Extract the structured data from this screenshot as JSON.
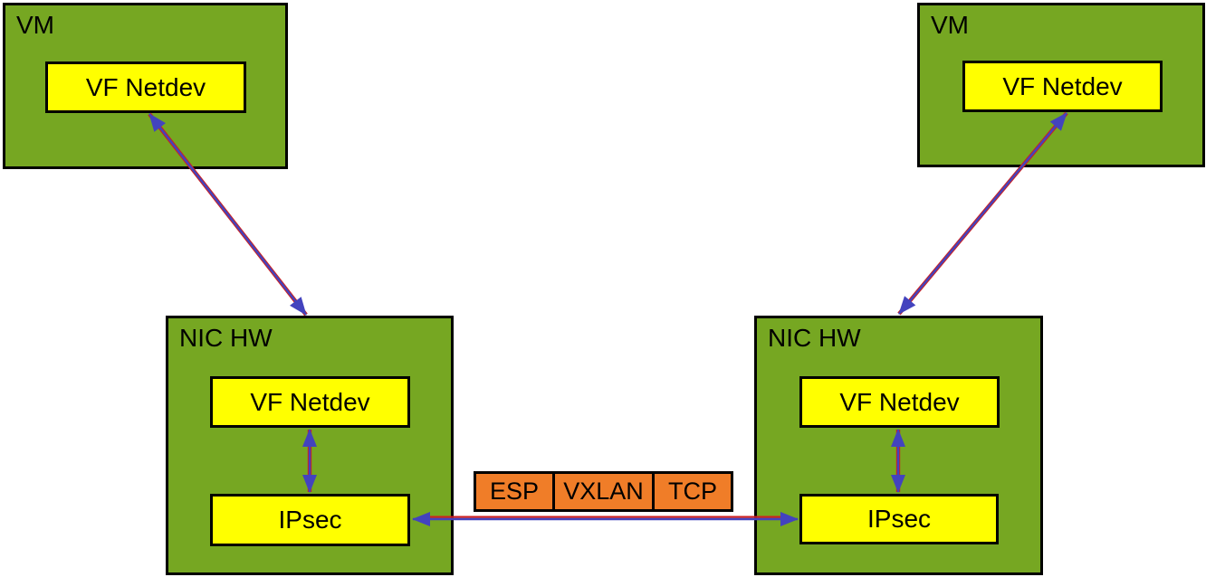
{
  "nodes": {
    "vm_left": {
      "title": "VM",
      "netdev": "VF Netdev"
    },
    "vm_right": {
      "title": "VM",
      "netdev": "VF Netdev"
    },
    "nic_left": {
      "title": "NIC HW",
      "netdev": "VF Netdev",
      "ipsec": "IPsec"
    },
    "nic_right": {
      "title": "NIC HW",
      "netdev": "VF Netdev",
      "ipsec": "IPsec"
    }
  },
  "packet": {
    "esp": "ESP",
    "vxlan": "VXLAN",
    "tcp": "TCP"
  },
  "colors": {
    "box_green": "#76A722",
    "box_yellow": "#FFFF00",
    "packet_orange": "#F07D28",
    "border_black": "#000000",
    "arrow_blue": "#4343BE",
    "arrow_red": "#CC2020",
    "background": "#FFFFFF"
  }
}
